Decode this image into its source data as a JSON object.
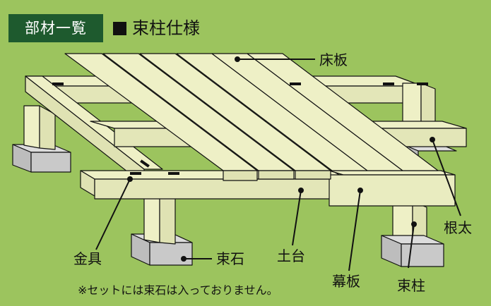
{
  "header": {
    "category_tag": "部材一覧",
    "title": "束柱仕様"
  },
  "labels": {
    "floorboard": "床板",
    "sill": "根太",
    "metal_fitting": "金具",
    "foundation_stone": "束石",
    "base": "土台",
    "fascia_board": "幕板",
    "post": "束柱"
  },
  "footnote": "※セットには束石は入っておりません。",
  "colors": {
    "background": "#9cc45e",
    "wood": "#eef0c6",
    "stone": "#c9c9c9",
    "outline": "#111111",
    "tag": "#1e5a2e"
  }
}
